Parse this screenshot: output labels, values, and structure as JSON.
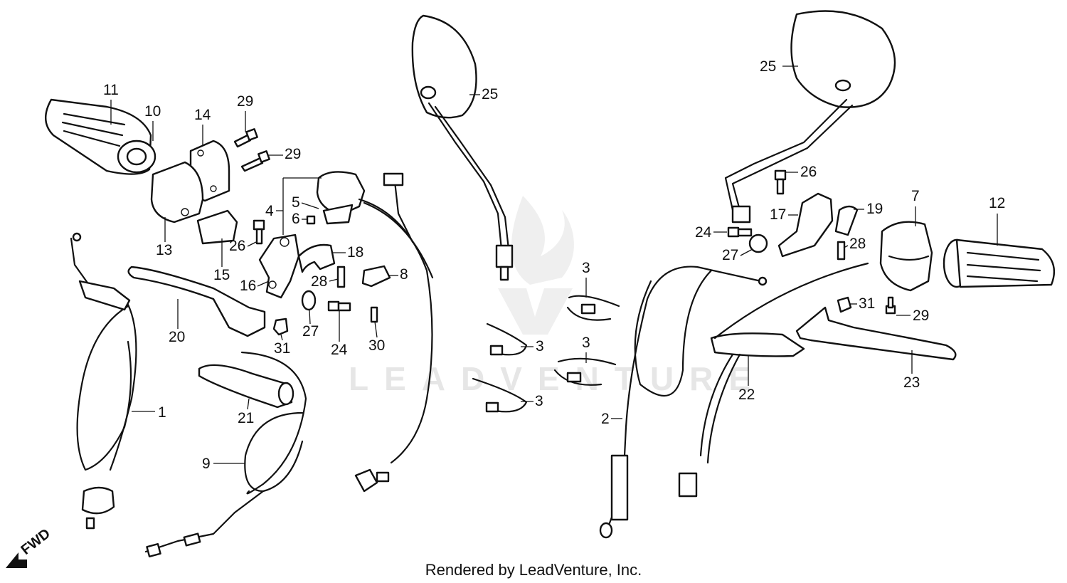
{
  "diagram": {
    "direction_label": "FWD",
    "watermark": "LEADVENTURE",
    "footer": "Rendered by LeadVenture, Inc.",
    "callouts": {
      "c1": "1",
      "c2": "2",
      "c3a": "3",
      "c3b": "3",
      "c3c": "3",
      "c3d": "3",
      "c4": "4",
      "c5": "5",
      "c6": "6",
      "c7": "7",
      "c8": "8",
      "c9": "9",
      "c10": "10",
      "c11": "11",
      "c12": "12",
      "c13": "13",
      "c14": "14",
      "c15": "15",
      "c16": "16",
      "c17": "17",
      "c18": "18",
      "c19": "19",
      "c20": "20",
      "c21": "21",
      "c22": "22",
      "c23": "23",
      "c24a": "24",
      "c24b": "24",
      "c25a": "25",
      "c25b": "25",
      "c26a": "26",
      "c26b": "26",
      "c27a": "27",
      "c27b": "27",
      "c28a": "28",
      "c28b": "28",
      "c29a": "29",
      "c29b": "29",
      "c29c": "29",
      "c30": "30",
      "c31a": "31",
      "c31b": "31"
    }
  }
}
